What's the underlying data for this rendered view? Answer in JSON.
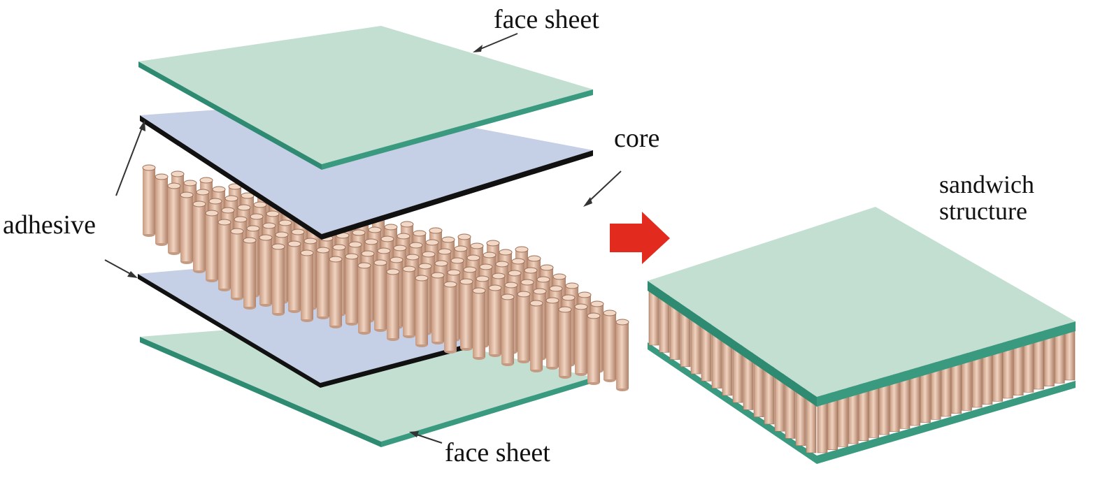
{
  "labels": {
    "face_sheet_top": "face sheet",
    "core": "core",
    "adhesive": "adhesive",
    "face_sheet_bottom": "face sheet",
    "sandwich_line1": "sandwich",
    "sandwich_line2": "structure"
  },
  "colors": {
    "face_sheet": "#c3dfd1",
    "face_sheet_edge": "#2e8b72",
    "adhesive": "#c5cfe6",
    "adhesive_edge": "#111111",
    "core_tube": "#e6bfa8",
    "core_tube_dark": "#b38468",
    "arrow": "#e32a1f",
    "leader": "#333333"
  },
  "icons": {
    "transition_arrow": "right-arrow-icon"
  }
}
